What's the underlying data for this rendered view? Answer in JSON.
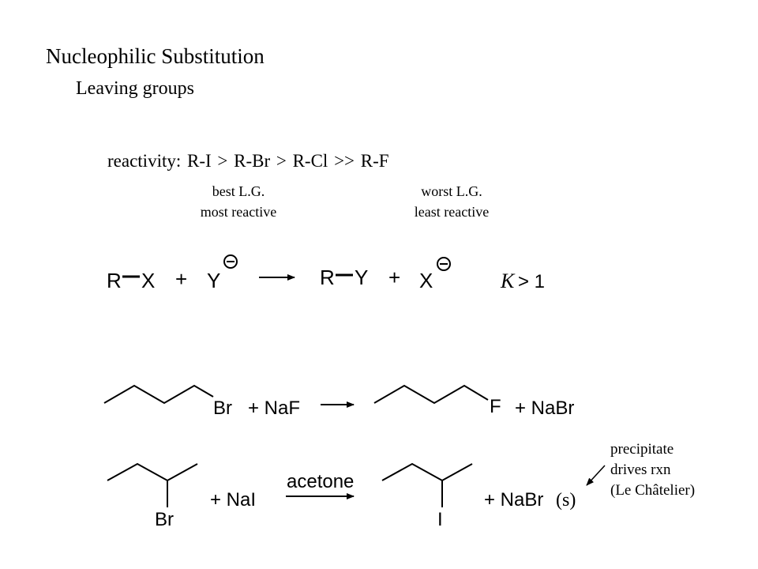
{
  "title": "Nucleophilic Substitution",
  "subtitle": "Leaving groups",
  "reactivity": "reactivity:  R-I  >  R-Br  >  R-Cl  >>  R-F",
  "best_note": [
    "best L.G.",
    "most reactive"
  ],
  "worst_note": [
    "worst L.G.",
    "least reactive"
  ],
  "general_reaction": {
    "r1": "R",
    "x1": "X",
    "plus1": "+",
    "y1": "Y",
    "r2": "R",
    "y2": "Y",
    "plus2": "+",
    "x2": "X",
    "k": "K",
    "k_rel": "> 1"
  },
  "reaction1": {
    "reactant_lg": "Br",
    "reagent": "+  NaF",
    "product_nu": "F",
    "byproduct": "+  NaBr"
  },
  "reaction2": {
    "reactant_lg": "Br",
    "reagent": "+  NaI",
    "condition": "acetone",
    "product_nu": "I",
    "byproduct": "+  NaBr",
    "phase": "(s)"
  },
  "precipitate_note": [
    "precipitate",
    "drives rxn",
    "(Le Châtelier)"
  ]
}
